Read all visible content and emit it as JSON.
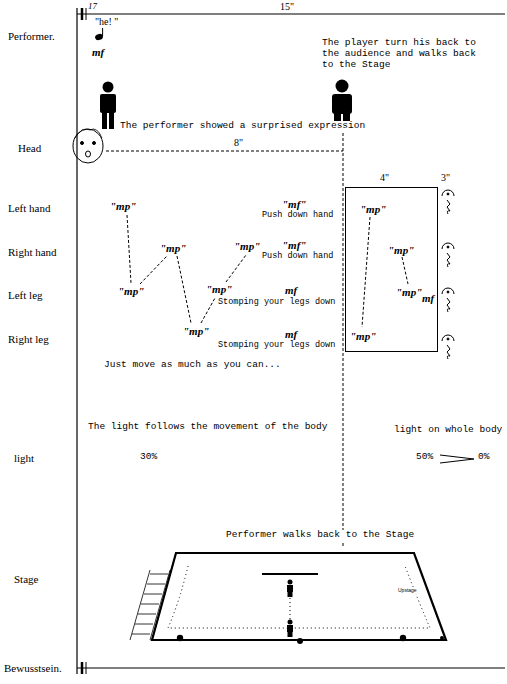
{
  "diagram": {
    "nodes": [
      {
        "text": [
          "4\"",
          "\"mp\"",
          "\"mp\"",
          "\"mp\"",
          "mf",
          "\"mp\""
        ]
      }
    ],
    "labels": [
      "17",
      "\"he! \"",
      "15\"",
      "mf",
      "Performer.",
      "The player turn his back to the audience and walks back to the Stage",
      "The performer showed a surprised expression",
      "8\"",
      "Head",
      "Left hand",
      "Right hand",
      "Left leg",
      "Right leg",
      "\"mp\"",
      "\"mp\"",
      "\"mp\"",
      "\"mp\"",
      "\"mp\"",
      "\"mp\"",
      "\"mf\"",
      "Push down hand",
      "\"mf\"",
      "Push down hand",
      "mf",
      "Stomping your legs down",
      "mf",
      "Stomping your legs down",
      "Just move as much as you can...",
      "3\"",
      "The light follows the movement of the body",
      "light",
      "30%",
      "light on whole body",
      "50%",
      "0%",
      "Performer walks back to the Stage",
      "Stage",
      "Upstage",
      "Bewusstsein."
    ]
  }
}
